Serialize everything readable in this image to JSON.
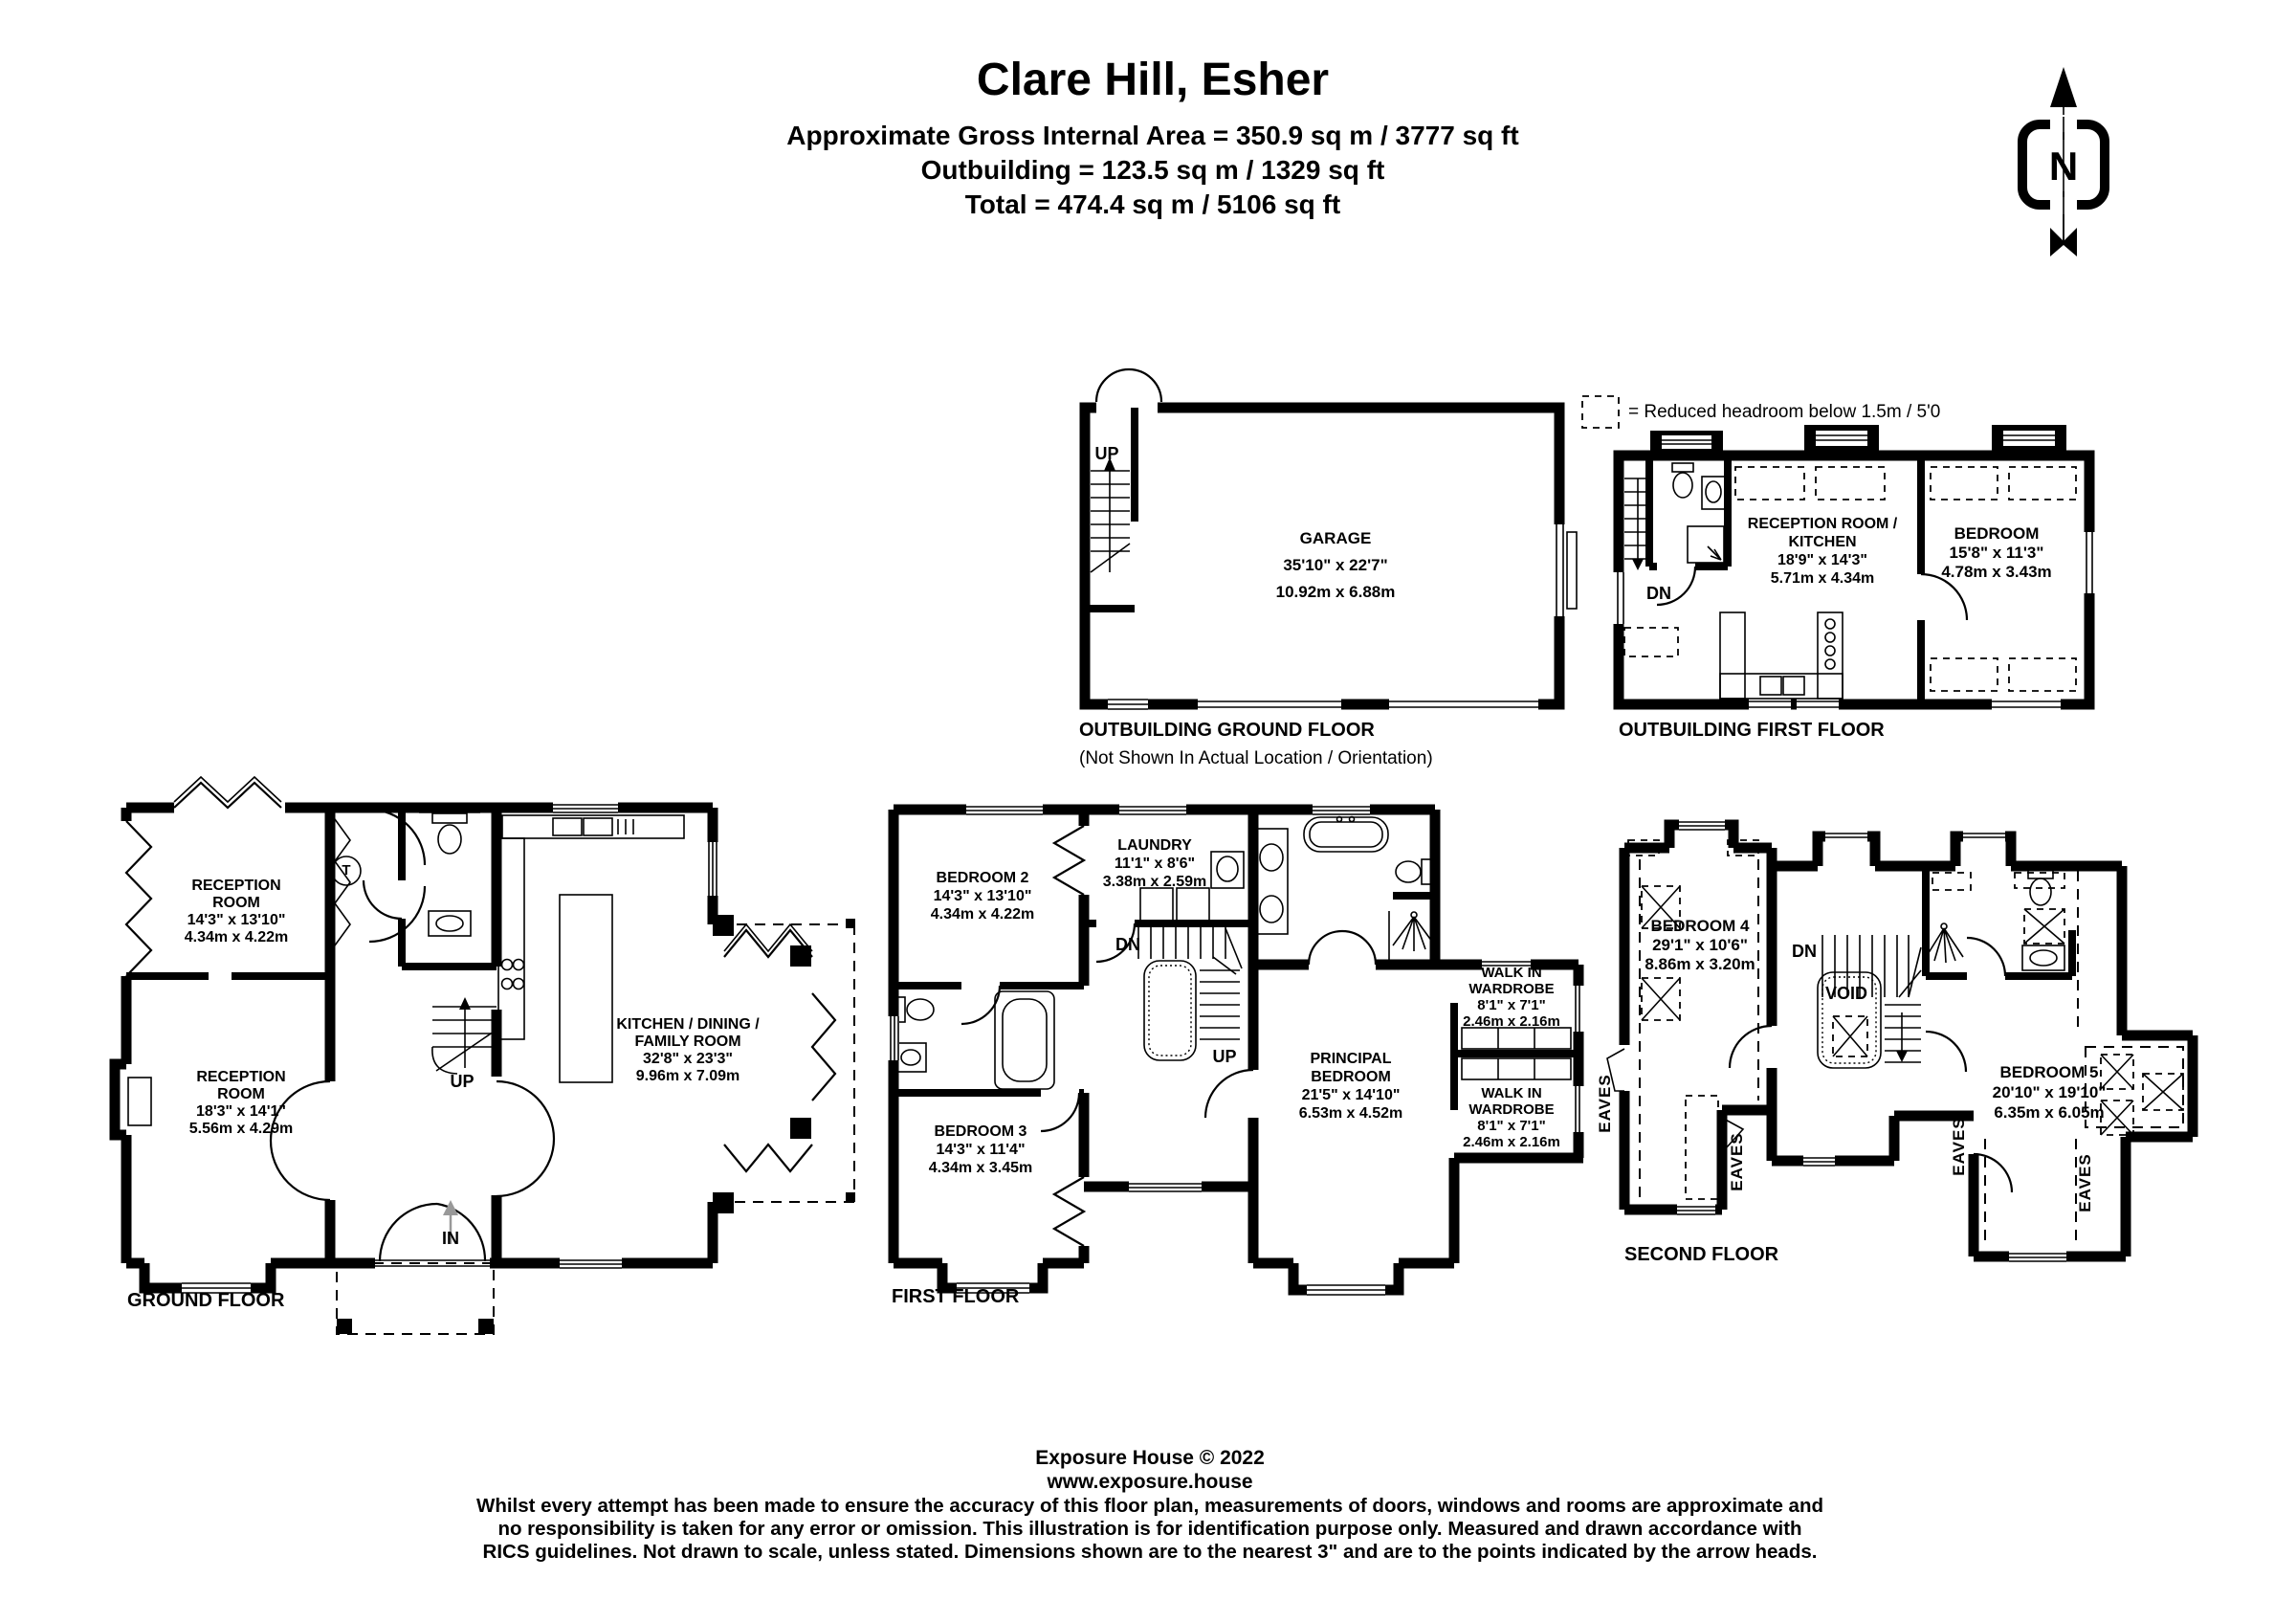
{
  "header": {
    "title": "Clare Hill, Esher",
    "line1": "Approximate Gross Internal Area = 350.9 sq m / 3777 sq ft",
    "line2": "Outbuilding = 123.5 sq m / 1329 sq ft",
    "line3": "Total = 474.4 sq m / 5106 sq ft"
  },
  "north": {
    "label": "N"
  },
  "legend": {
    "label": "= Reduced headroom below 1.5m / 5'0"
  },
  "colors": {
    "wall": "#000000",
    "background": "#ffffff",
    "entry_arrow": "#999999"
  },
  "floors": {
    "outbuilding_ground": {
      "label": "OUTBUILDING GROUND FLOOR",
      "note": "(Not Shown In Actual Location / Orientation)",
      "up": "UP",
      "rooms": {
        "garage": {
          "name": "GARAGE",
          "imp": "35'10\" x 22'7\"",
          "met": "10.92m x 6.88m"
        }
      }
    },
    "outbuilding_first": {
      "label": "OUTBUILDING FIRST FLOOR",
      "dn": "DN",
      "rooms": {
        "reception_kitchen": {
          "l1": "RECEPTION ROOM /",
          "l2": "KITCHEN",
          "imp": "18'9\" x 14'3\"",
          "met": "5.71m x 4.34m"
        },
        "bedroom": {
          "name": "BEDROOM",
          "imp": "15'8\" x 11'3\"",
          "met": "4.78m x 3.43m"
        }
      }
    },
    "ground": {
      "label": "GROUND FLOOR",
      "up": "UP",
      "in_label": "IN",
      "t": "T",
      "rooms": {
        "reception1": {
          "l1": "RECEPTION",
          "l2": "ROOM",
          "imp": "14'3\" x 13'10\"",
          "met": "4.34m x 4.22m"
        },
        "reception2": {
          "l1": "RECEPTION",
          "l2": "ROOM",
          "imp": "18'3\" x 14'1\"",
          "met": "5.56m x 4.29m"
        },
        "kitchen": {
          "l1": "KITCHEN / DINING /",
          "l2": "FAMILY ROOM",
          "imp": "32'8\" x 23'3\"",
          "met": "9.96m x 7.09m"
        }
      }
    },
    "first": {
      "label": "FIRST FLOOR",
      "dn": "DN",
      "up": "UP",
      "rooms": {
        "bedroom2": {
          "name": "BEDROOM 2",
          "imp": "14'3\" x 13'10\"",
          "met": "4.34m x 4.22m"
        },
        "bedroom3": {
          "name": "BEDROOM 3",
          "imp": "14'3\" x 11'4\"",
          "met": "4.34m x 3.45m"
        },
        "laundry": {
          "name": "LAUNDRY",
          "imp": "11'1\" x 8'6\"",
          "met": "3.38m x 2.59m"
        },
        "principal": {
          "l1": "PRINCIPAL",
          "l2": "BEDROOM",
          "imp": "21'5\" x 14'10\"",
          "met": "6.53m x 4.52m"
        },
        "wiw1": {
          "l1": "WALK IN",
          "l2": "WARDROBE",
          "imp": "8'1\" x 7'1\"",
          "met": "2.46m x 2.16m"
        },
        "wiw2": {
          "l1": "WALK IN",
          "l2": "WARDROBE",
          "imp": "8'1\" x 7'1\"",
          "met": "2.46m x 2.16m"
        }
      }
    },
    "second": {
      "label": "SECOND FLOOR",
      "dn": "DN",
      "void": "VOID",
      "eaves": "EAVES",
      "rooms": {
        "bedroom4": {
          "name": "BEDROOM 4",
          "imp": "29'1\" x 10'6\"",
          "met": "8.86m x 3.20m"
        },
        "bedroom5": {
          "name": "BEDROOM 5",
          "imp": "20'10\" x 19'10\"",
          "met": "6.35m x 6.05m"
        }
      }
    }
  },
  "footer": {
    "line1": "Exposure House © 2022",
    "line2": "www.exposure.house",
    "dis1": "Whilst every attempt has been made to ensure the accuracy of this floor plan, measurements of doors, windows and rooms are approximate and",
    "dis2": "no responsibility is taken for any error or omission. This illustration is for identification purpose only. Measured and drawn accordance with",
    "dis3": "RICS guidelines. Not drawn to scale, unless stated. Dimensions shown are to the nearest 3\" and are to the points indicated by the arrow heads."
  }
}
